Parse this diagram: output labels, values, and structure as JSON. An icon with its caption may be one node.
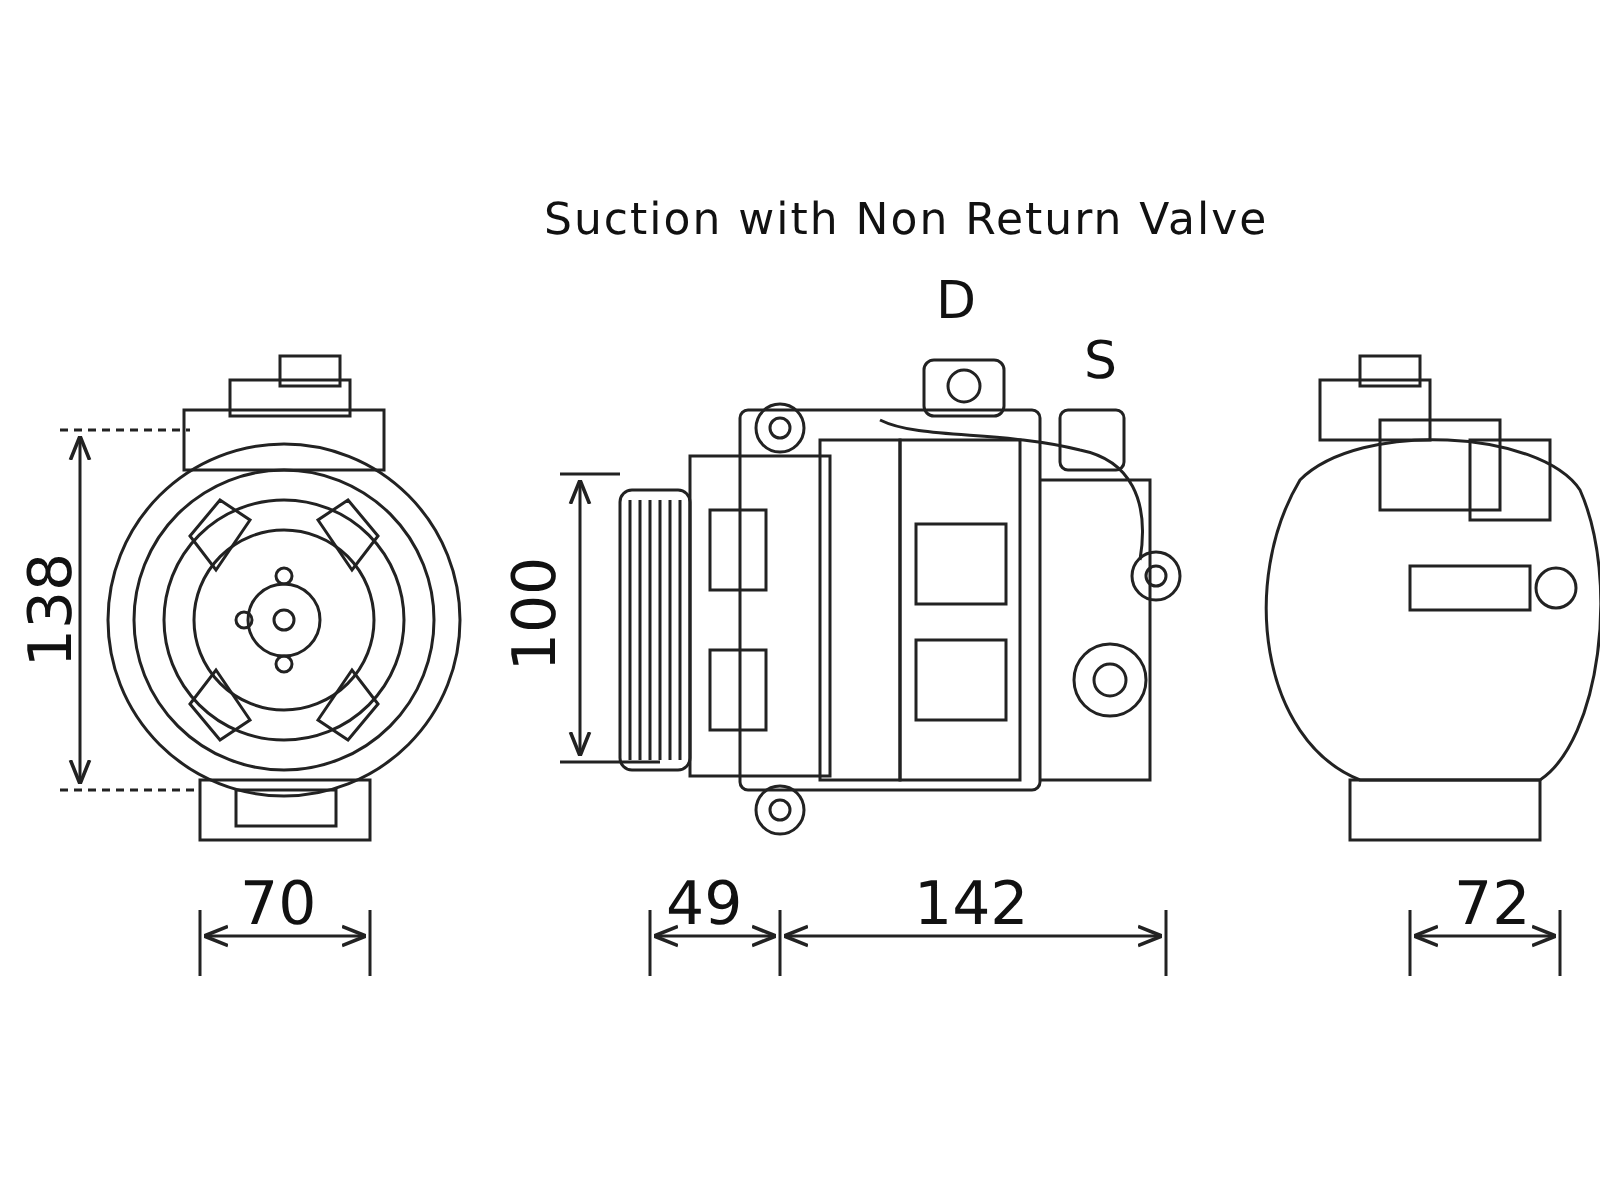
{
  "diagram": {
    "labels": [
      "Suction with Non Return Valve",
      "D",
      "S",
      "138",
      "100",
      "70",
      "49",
      "142",
      "72"
    ]
  }
}
